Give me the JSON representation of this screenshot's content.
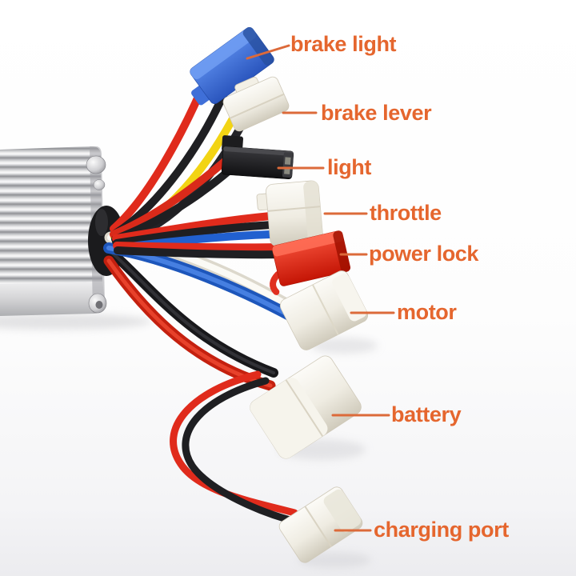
{
  "annotations": [
    {
      "id": "brake-light",
      "label": "brake light",
      "connector_color": "blue"
    },
    {
      "id": "brake-lever",
      "label": "brake lever",
      "connector_color": "white"
    },
    {
      "id": "light",
      "label": "light",
      "connector_color": "black"
    },
    {
      "id": "throttle",
      "label": "throttle",
      "connector_color": "white"
    },
    {
      "id": "power-lock",
      "label": "power lock",
      "connector_color": "red"
    },
    {
      "id": "motor",
      "label": "motor",
      "connector_color": "white"
    },
    {
      "id": "battery",
      "label": "battery",
      "connector_color": "white"
    },
    {
      "id": "charging-port",
      "label": "charging port",
      "connector_color": "white"
    }
  ],
  "colors": {
    "label_text": "#e5662e",
    "leader_line": "#dc6a3a",
    "wire_red": "#e02b1c",
    "wire_black": "#1f1f22",
    "wire_yellow": "#f2d414",
    "wire_blue": "#2160cf",
    "wire_white": "#f4f2ec",
    "connector_blue": "#3567d2",
    "connector_red": "#e03322",
    "connector_black": "#232326",
    "connector_white": "#efece1",
    "controller_silver": "#c9cacc"
  }
}
